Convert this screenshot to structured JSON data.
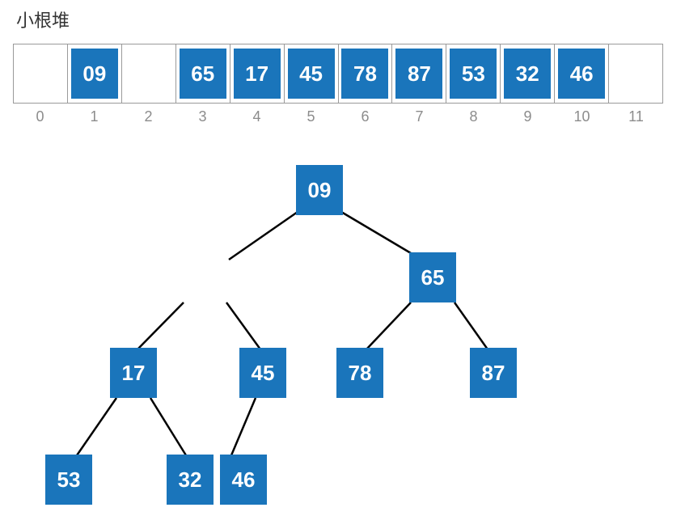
{
  "title": "小根堆",
  "array": {
    "cells": [
      "",
      "09",
      "",
      "65",
      "17",
      "45",
      "78",
      "87",
      "53",
      "32",
      "46",
      ""
    ],
    "indices": [
      "0",
      "1",
      "2",
      "3",
      "4",
      "5",
      "6",
      "7",
      "8",
      "9",
      "10",
      "11"
    ]
  },
  "tree": {
    "nodes": {
      "n09": "09",
      "n65": "65",
      "n17": "17",
      "n45": "45",
      "n78": "78",
      "n87": "87",
      "n53": "53",
      "n32": "32",
      "n46": "46"
    }
  },
  "colors": {
    "node_fill": "#1a75bb",
    "node_text": "#ffffff",
    "edge": "#000000",
    "border": "#9a9a9a"
  }
}
